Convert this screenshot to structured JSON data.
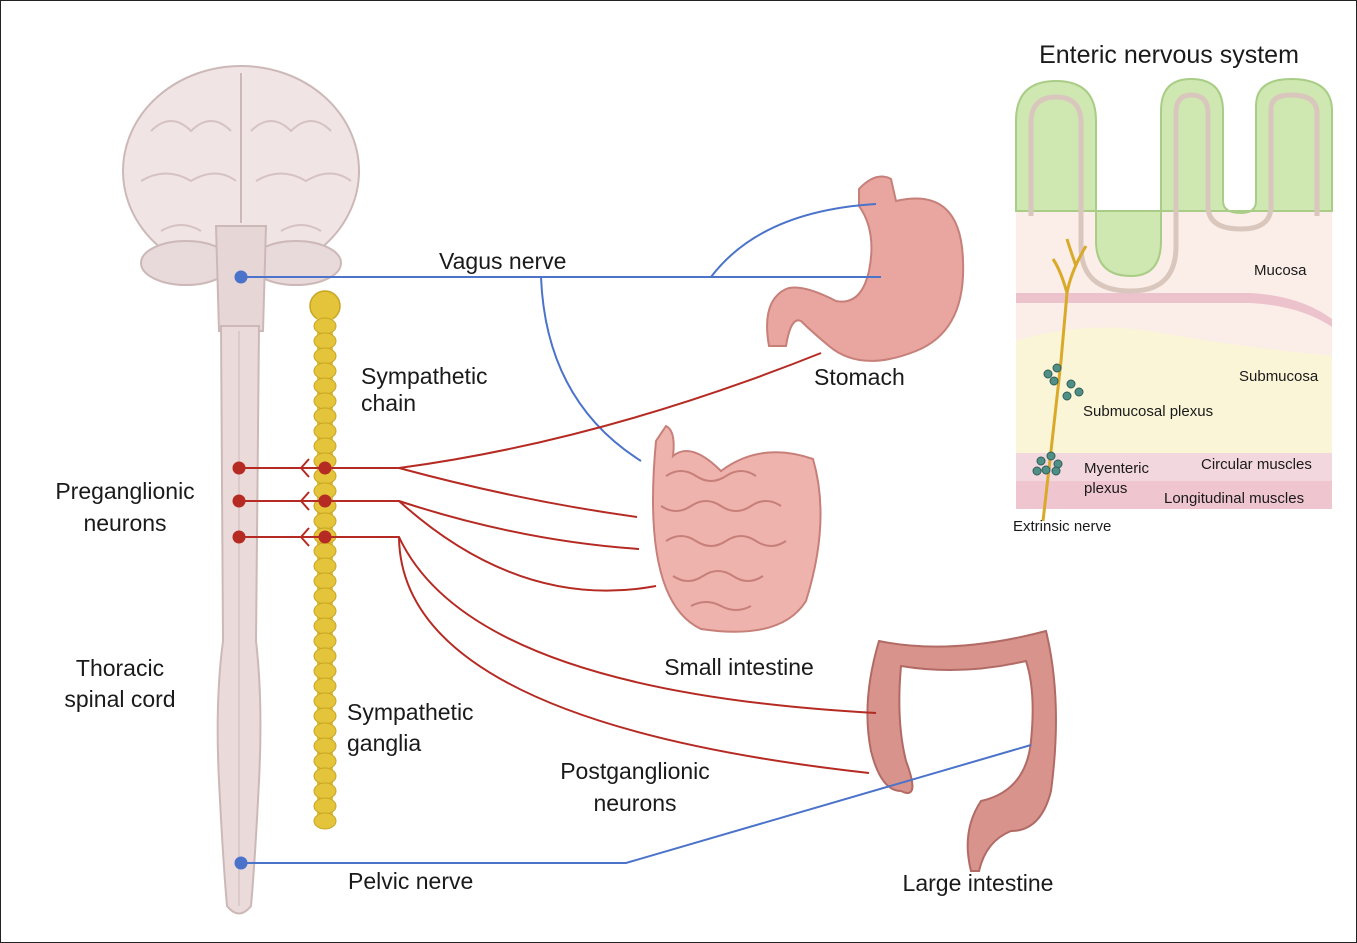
{
  "labels": {
    "vagus_nerve": "Vagus nerve",
    "stomach": "Stomach",
    "sympathetic_chain_1": "Sympathetic",
    "sympathetic_chain_2": "chain",
    "preganglionic_1": "Preganglionic",
    "preganglionic_2": "neurons",
    "small_intestine": "Small intestine",
    "thoracic_1": "Thoracic",
    "thoracic_2": "spinal cord",
    "sympathetic_ganglia_1": "Sympathetic",
    "sympathetic_ganglia_2": "ganglia",
    "postganglionic_1": "Postganglionic",
    "postganglionic_2": "neurons",
    "pelvic_nerve": "Pelvic nerve",
    "large_intestine": "Large intestine"
  },
  "inset": {
    "title": "Enteric nervous system",
    "mucosa": "Mucosa",
    "submucosa": "Submucosa",
    "submucosal_plexus": "Submucosal plexus",
    "circular_muscles": "Circular muscles",
    "myenteric_1": "Myenteric",
    "myenteric_2": "plexus",
    "longitudinal_muscles": "Longitudinal muscles",
    "extrinsic_nerve": "Extrinsic nerve"
  },
  "colors": {
    "parasympathetic": "#4a73c9",
    "sympathetic": "#b52a22",
    "ganglia": "#e3c43a",
    "spinal_cord": "#eadada",
    "organ": "#e9a6a0",
    "mucosa_green": "#cfe7b0"
  }
}
